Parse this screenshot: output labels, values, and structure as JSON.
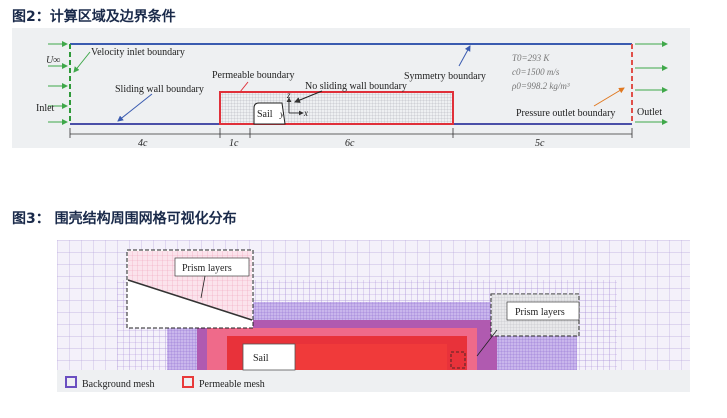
{
  "fig2": {
    "title": "图2：计算区域及边界条件",
    "labels": {
      "un": "U∞",
      "velocity_inlet": "Velocity inlet boundary",
      "sliding_wall": "Sliding wall boundary",
      "permeable": "Permeable boundary",
      "no_sliding": "No sliding wall boundary",
      "symmetry": "Symmetry boundary",
      "inlet": "Inlet",
      "outlet": "Outlet",
      "pressure_outlet": "Pressure outlet boundary",
      "sail": "Sail",
      "axis_x": "x",
      "axis_y": "y",
      "axis_z": "z",
      "t0": "T0=293 K",
      "c0": "c0=1500 m/s",
      "rho0": "ρ0=998.2 kg/m³",
      "dim_4c": "4c",
      "dim_1c": "1c",
      "dim_6c": "6c",
      "dim_5c": "5c"
    },
    "colors": {
      "inlet_line": "#2f9a3a",
      "top_line": "#3a5bb0",
      "bottom_line": "#4a4fa8",
      "outlet_line": "#e0504a",
      "permeable": "#e0303a",
      "arrow_green": "#3fa84a",
      "arrow_orange": "#e07820"
    }
  },
  "fig3": {
    "title": "图3： 围壳结构周围网格可视化分布",
    "prism_left": "Prism layers",
    "prism_right": "Prism layers",
    "sail": "Sail",
    "legend_bg": "Background mesh",
    "legend_perm": "Permeable mesh",
    "colors": {
      "background_mesh": "#6a4fc0",
      "permeable_mesh": "#e83a3a",
      "grid": "#b9a8dd"
    }
  }
}
